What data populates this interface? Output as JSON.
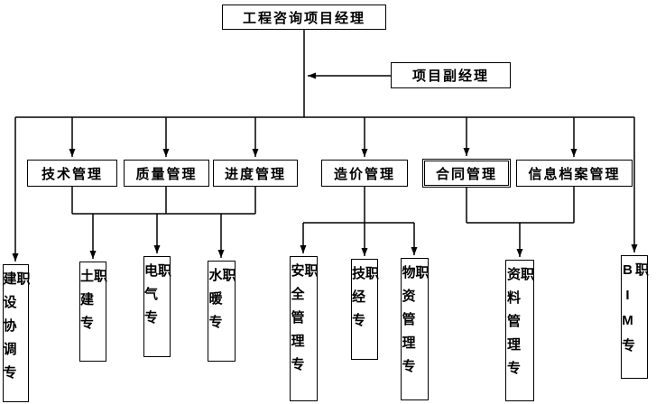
{
  "org": {
    "root": {
      "label": "工程咨询项目经理"
    },
    "deputy": {
      "label": "项目副经理"
    },
    "departments": [
      {
        "label": "技术管理"
      },
      {
        "label": "质量管理"
      },
      {
        "label": "进度管理"
      },
      {
        "label": "造价管理"
      },
      {
        "label": "合同管理",
        "border_style": "double"
      },
      {
        "label": "信息档案管理"
      }
    ],
    "specialists": [
      {
        "label": "建设协调专职"
      },
      {
        "label": "土建专职"
      },
      {
        "label": "电气专职"
      },
      {
        "label": "水暖专职"
      },
      {
        "label": "安全管理专职"
      },
      {
        "label": "技经专职"
      },
      {
        "label": "物资管理专职"
      },
      {
        "label": "资料管理专职"
      },
      {
        "label": "BIM专职"
      }
    ],
    "links": [
      {
        "parents": [
          "工程咨询项目经理"
        ],
        "children": [
          "技术管理",
          "质量管理",
          "进度管理",
          "造价管理",
          "合同管理",
          "信息档案管理",
          "建设协调专职",
          "BIM专职"
        ]
      },
      {
        "parents": [
          "项目副经理"
        ],
        "assists": "工程咨询项目经理"
      },
      {
        "parents": [
          "技术管理",
          "质量管理",
          "进度管理"
        ],
        "children": [
          "土建专职",
          "电气专职",
          "水暖专职"
        ]
      },
      {
        "parents": [
          "造价管理"
        ],
        "children": [
          "安全管理专职",
          "技经专职",
          "物资管理专职"
        ]
      },
      {
        "parents": [
          "合同管理",
          "信息档案管理"
        ],
        "children": [
          "资料管理专职"
        ]
      }
    ],
    "colors": {
      "line": "#000000",
      "border": "#000000",
      "background": "#ffffff",
      "text": "#000000"
    }
  }
}
